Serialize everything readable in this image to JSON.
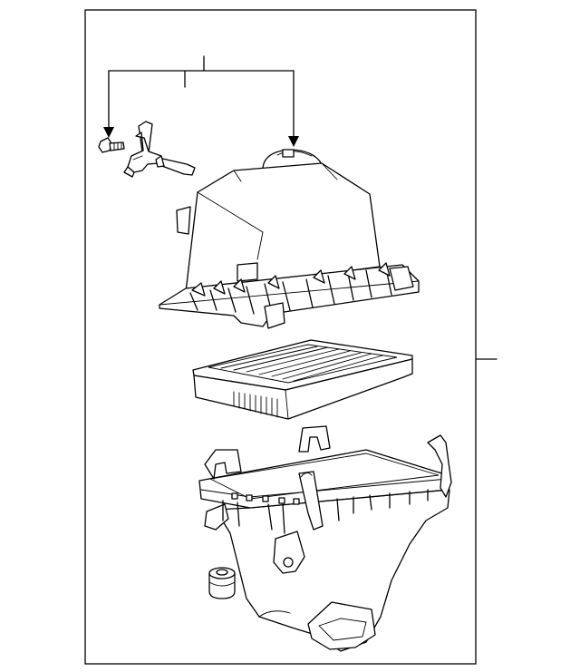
{
  "diagram": {
    "background_color": "#ffffff",
    "line_color": "#000000",
    "parts": [
      {
        "name": "mass-air-flow-sensor",
        "icon": "sensor-icon"
      },
      {
        "name": "sensor-screw",
        "icon": "screw-icon"
      },
      {
        "name": "air-cleaner-upper-cover",
        "icon": "housing-cover-icon"
      },
      {
        "name": "air-filter-element",
        "icon": "filter-icon"
      },
      {
        "name": "air-cleaner-lower-case",
        "icon": "housing-case-icon"
      },
      {
        "name": "grommet",
        "icon": "grommet-icon"
      }
    ]
  }
}
